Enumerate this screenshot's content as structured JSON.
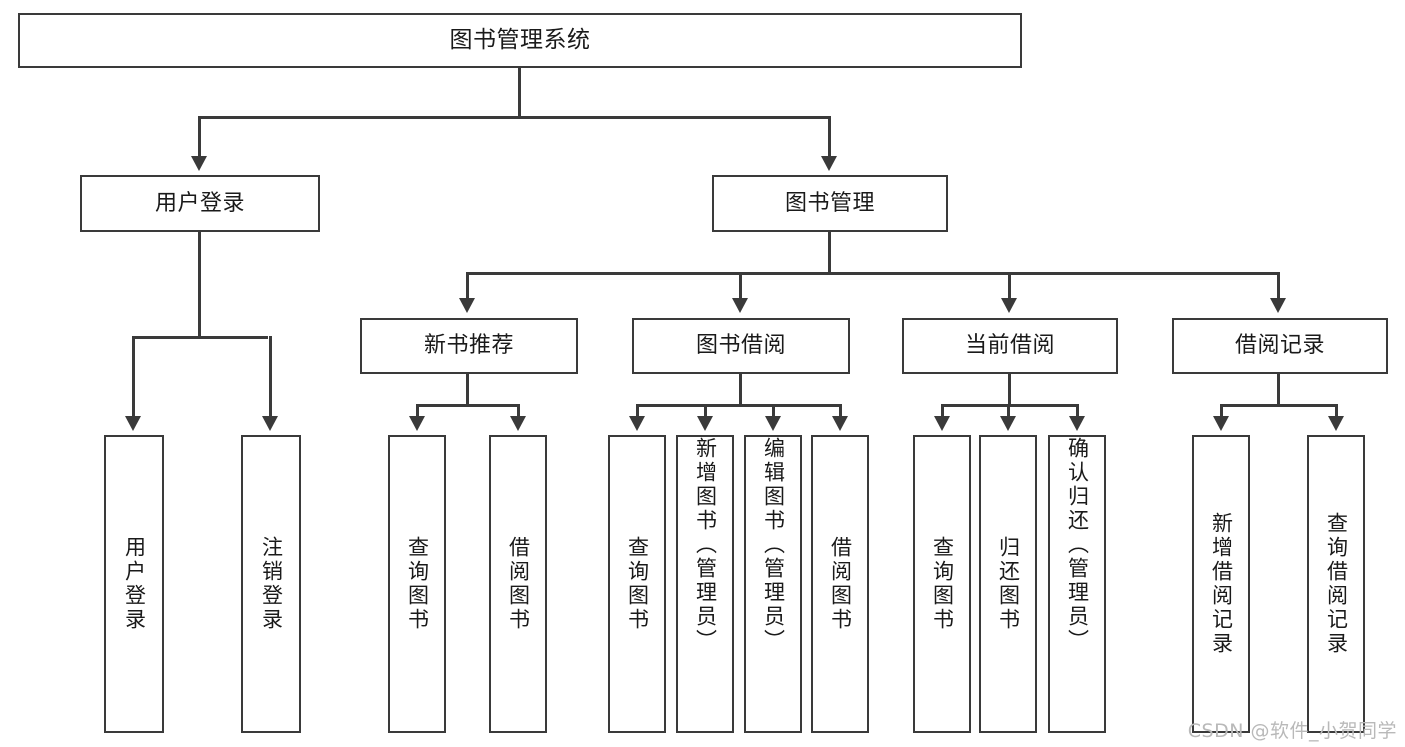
{
  "diagram": {
    "type": "tree-hierarchy-diagram",
    "title": "图书管理系统",
    "orientation": "top-down",
    "text_direction_leaves": "vertical",
    "colors": {
      "background": "#ffffff",
      "box_border": "#3a3a3a",
      "box_fill": "#ffffff",
      "text": "#1a1a1a",
      "connector": "#3a3a3a",
      "watermark": "#b9b9b9"
    }
  },
  "root": {
    "label": "图书管理系统"
  },
  "level1": [
    {
      "label": "用户登录"
    },
    {
      "label": "图书管理"
    }
  ],
  "level2": [
    {
      "label": "新书推荐"
    },
    {
      "label": "图书借阅"
    },
    {
      "label": "当前借阅"
    },
    {
      "label": "借阅记录"
    }
  ],
  "leaves": {
    "user_login": [
      {
        "label": "用户登录"
      },
      {
        "label": "注销登录"
      }
    ],
    "new_book_recommend": [
      {
        "label": "查询图书"
      },
      {
        "label": "借阅图书"
      }
    ],
    "book_borrow": [
      {
        "label": "查询图书"
      },
      {
        "label": "新增图书（管理员）"
      },
      {
        "label": "编辑图书（管理员）"
      },
      {
        "label": "借阅图书"
      }
    ],
    "current_borrow": [
      {
        "label": "查询图书"
      },
      {
        "label": "归还图书"
      },
      {
        "label": "确认归还（管理员）"
      }
    ],
    "borrow_record": [
      {
        "label": "新增借阅记录"
      },
      {
        "label": "查询借阅记录"
      }
    ]
  },
  "watermark": {
    "text": "CSDN @软件_小贺同学"
  }
}
